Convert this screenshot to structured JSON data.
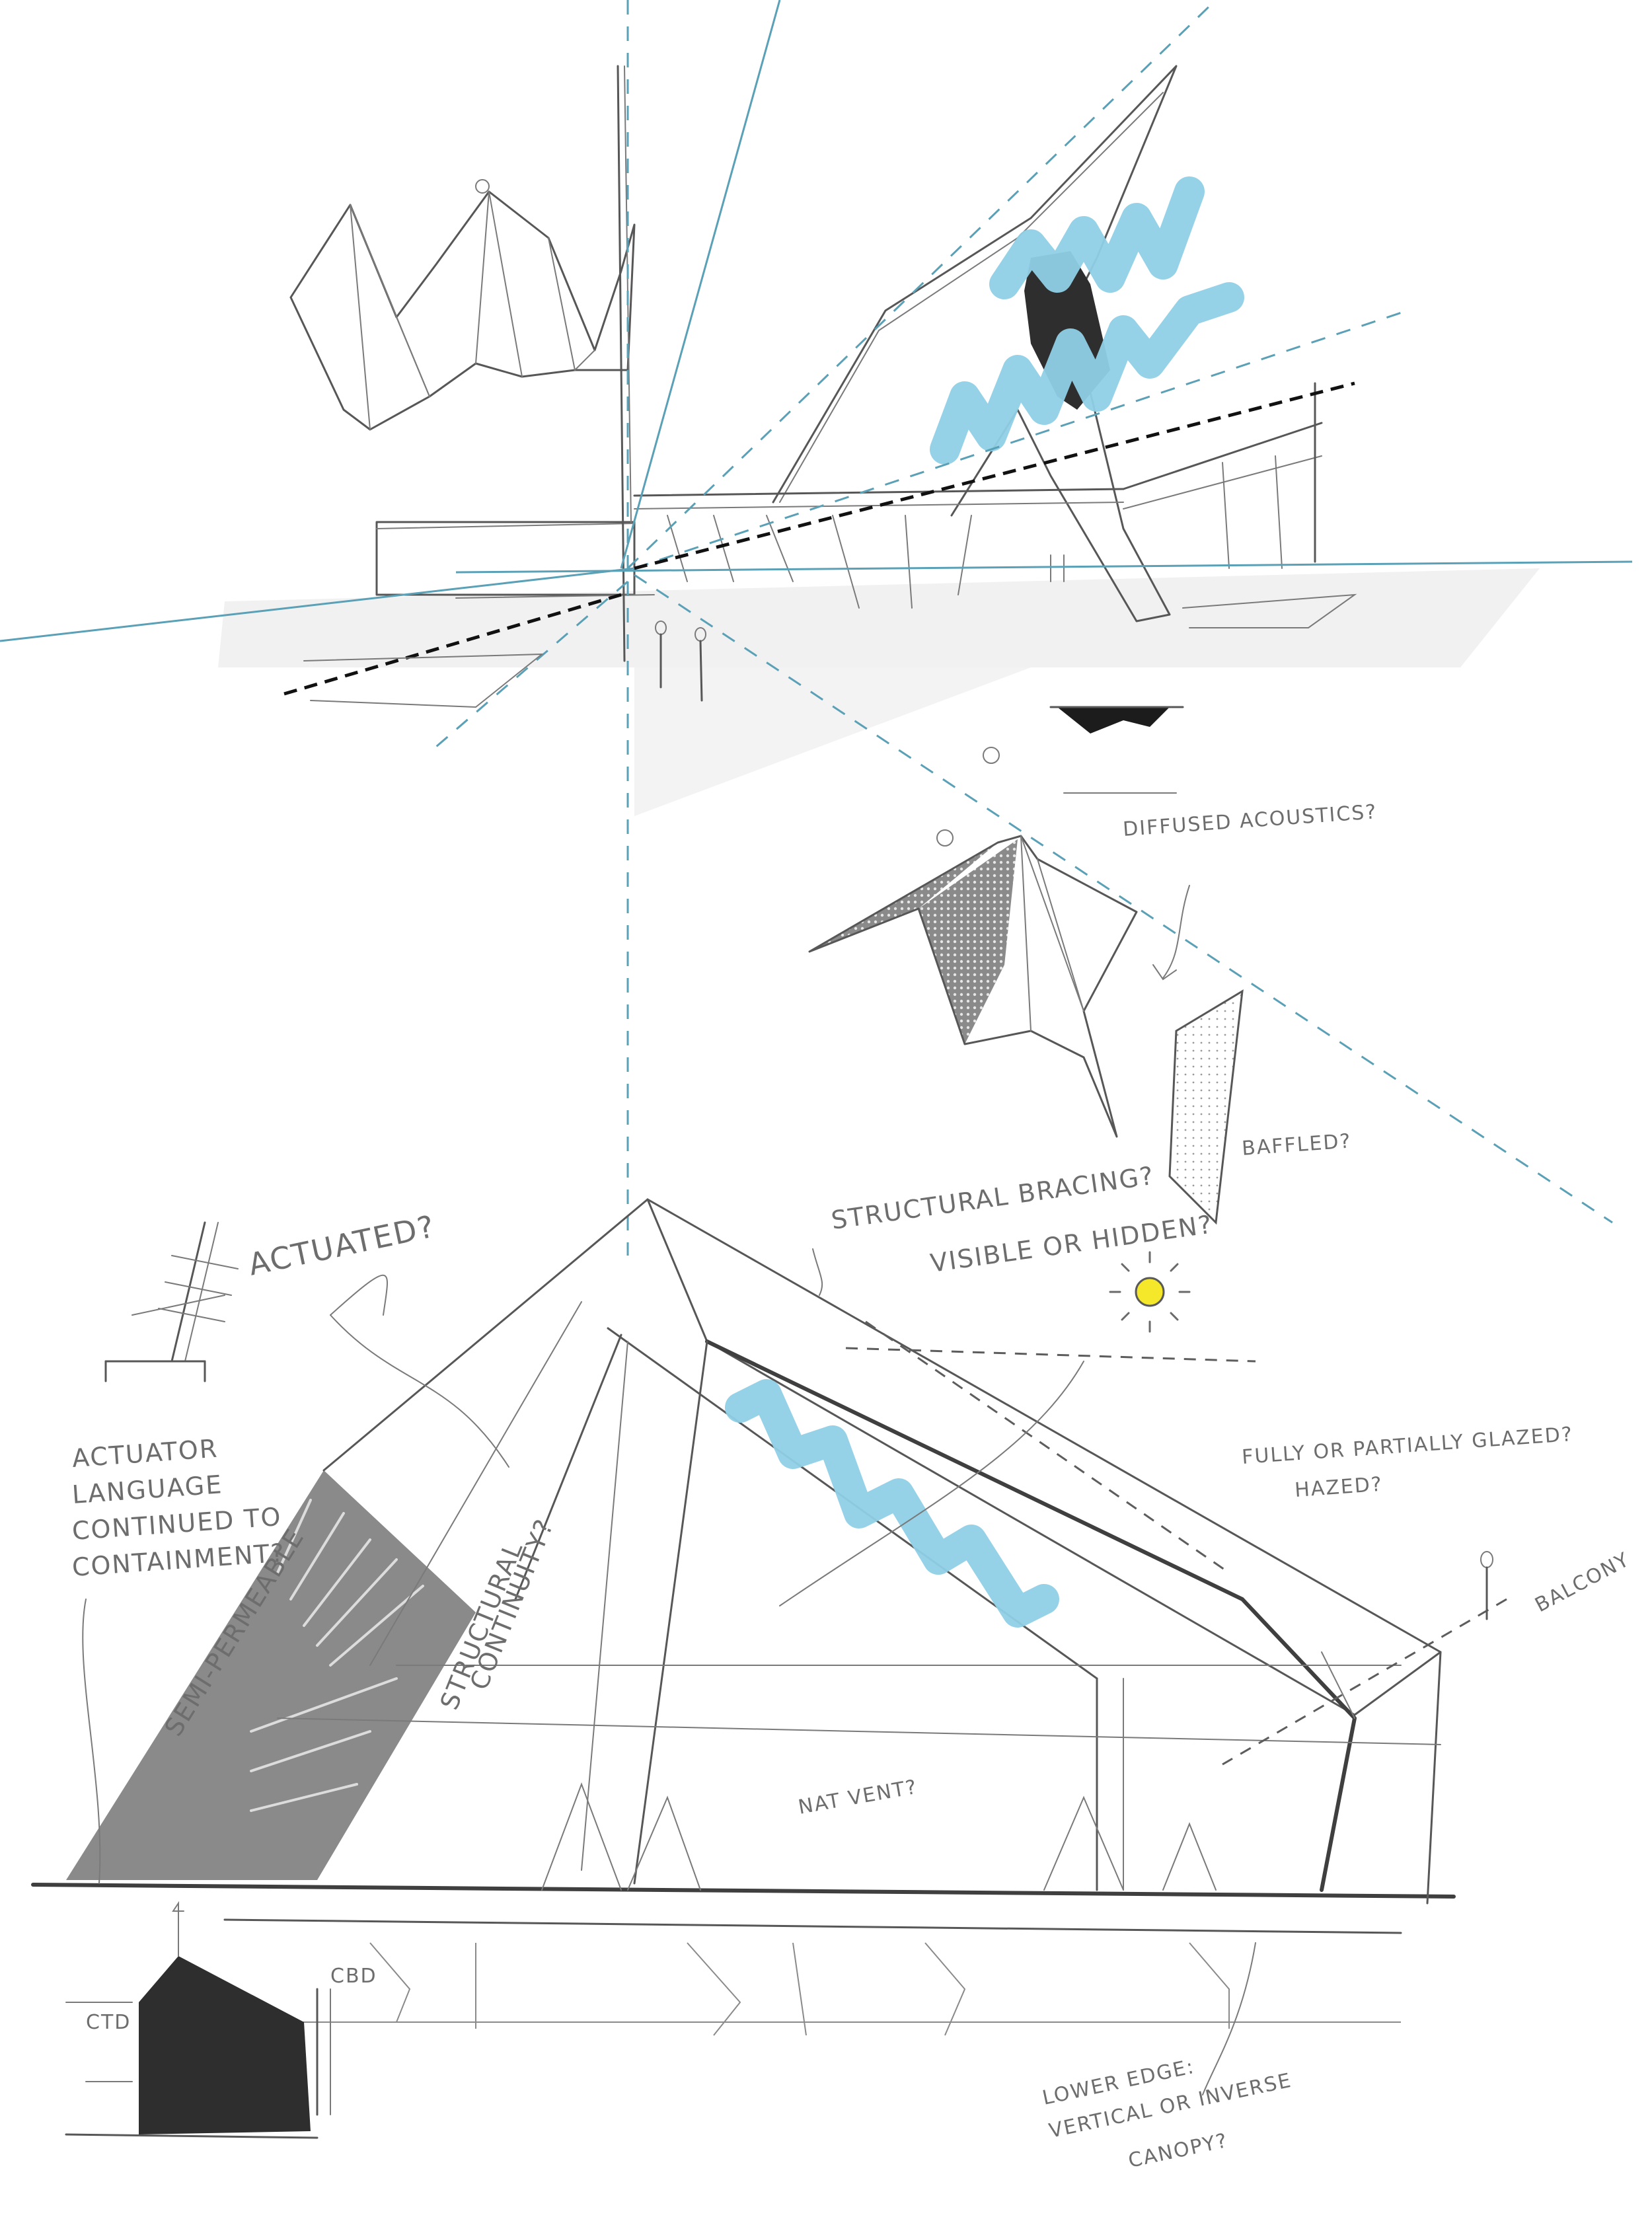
{
  "annotations": {
    "diffused_acoustics": "DIFFUSED ACOUSTICS?",
    "baffled": "BAFFLED?",
    "structural_bracing": "STRUCTURAL BRACING?",
    "visible_or_hidden": "VISIBLE OR HIDDEN?",
    "actuated": "ACTUATED?",
    "actuator_language_1": "ACTUATOR",
    "actuator_language_2": "LANGUAGE",
    "actuator_language_3": "CONTINUED TO",
    "actuator_language_4": "CONTAINMENT?",
    "semi_permeable": "SEMI-PERMEABLE",
    "structural_continuity_1": "STRUCTURAL",
    "structural_continuity_2": "CONTINUITY?",
    "fully_glazed_1": "FULLY OR PARTIALLY GLAZED?",
    "fully_glazed_2": "HAZED?",
    "balcony": "BALCONY",
    "nat_vent": "NAT VENT?",
    "lower_edge_1": "LOWER EDGE:",
    "lower_edge_2": "VERTICAL OR INVERSE",
    "lower_edge_3": "CANOPY?",
    "ctd": "CTD",
    "cbd": "CBD"
  },
  "colors": {
    "ink": "#575757",
    "perspective_lines": "#5aa0b6",
    "sky_marker": "#8fd0e6",
    "solid_panel": "#2e2e2e",
    "gray_panel": "#8a8a8a",
    "sun": "#f5e82a",
    "ground_wash": "#f2f2f2"
  }
}
